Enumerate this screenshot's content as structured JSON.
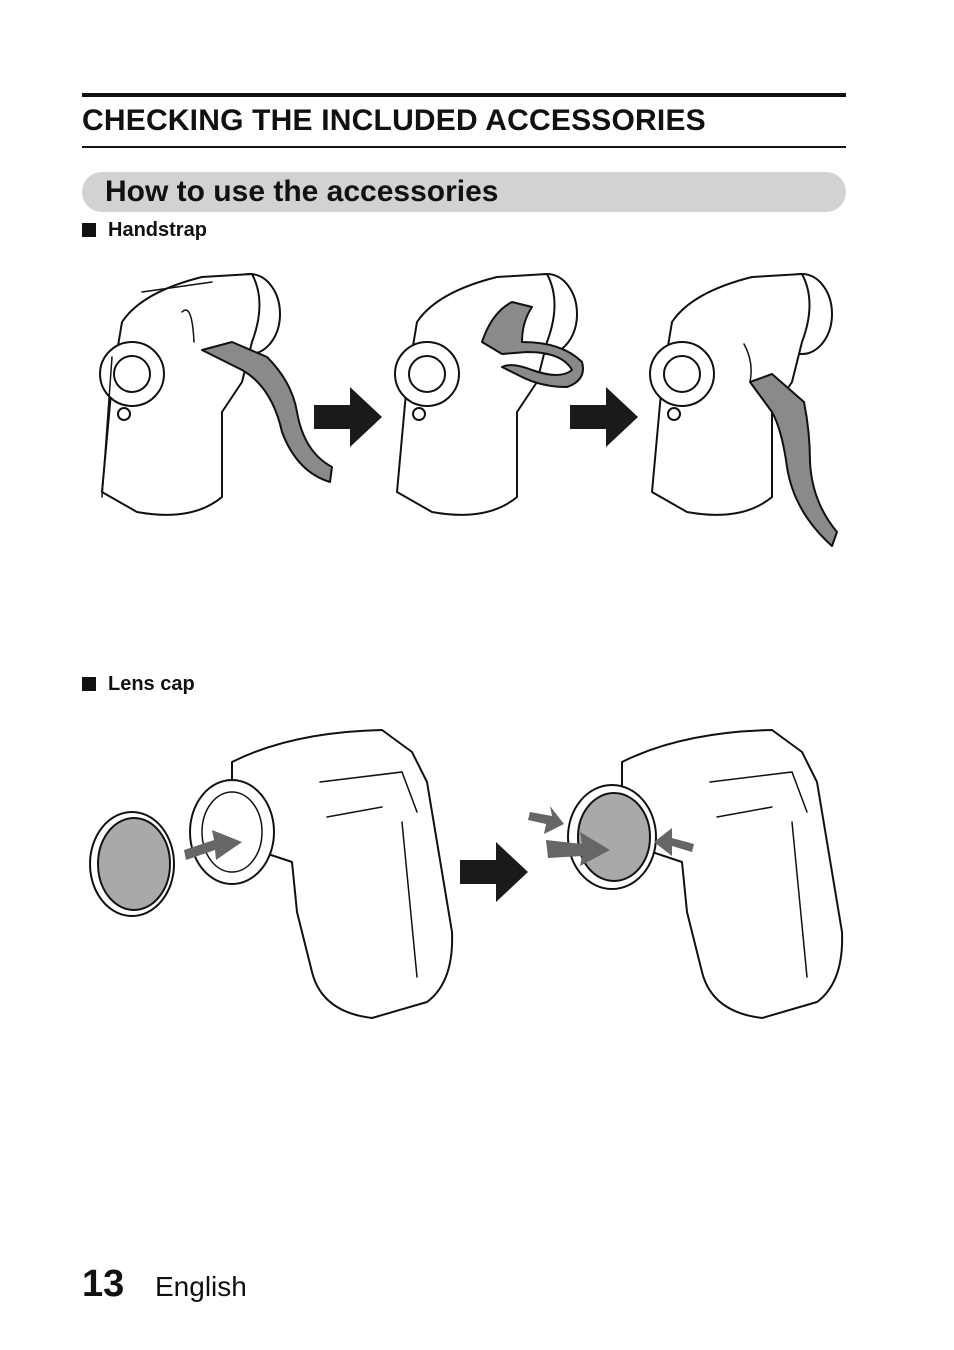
{
  "chapter": {
    "title": "CHECKING THE INCLUDED ACCESSORIES"
  },
  "section": {
    "title": "How to use the accessories"
  },
  "handstrap": {
    "label": "Handstrap"
  },
  "lens_cap": {
    "label": "Lens cap"
  },
  "footer": {
    "page_number": "13",
    "language": "English"
  },
  "colors": {
    "section_bar": "#d2d2d2",
    "strap": "#8a8a8a",
    "cap": "#a9a9a9",
    "arrow": "#1a1a1a"
  }
}
